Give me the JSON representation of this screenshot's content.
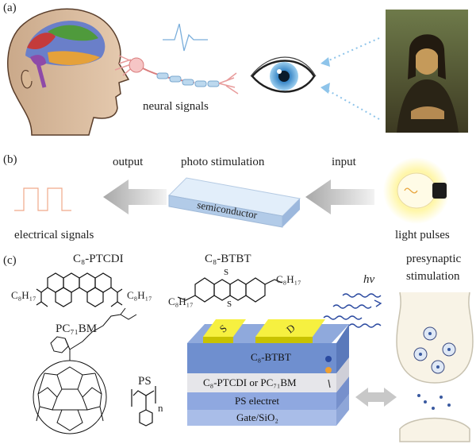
{
  "panel_a": {
    "label": "(a)",
    "neural_signals": "neural signals"
  },
  "panel_b": {
    "label": "(b)",
    "output": "output",
    "photo_stimulation": "photo stimulation",
    "input": "input",
    "semiconductor": "semiconductor",
    "electrical_signals": "electrical signals",
    "light_pulses": "light pulses"
  },
  "panel_c": {
    "label": "(c)",
    "ptcdi_name": "C₈-PTCDI",
    "btbt_name": "C₈-BTBT",
    "pcbm_name": "PC₇₁BM",
    "ps_name": "PS",
    "c8h17_left": "C₈H₁₇",
    "c8h17_right": "C₈H₁₇",
    "c8h17_btbt_left": "C₈H₁₇",
    "c8h17_btbt_right": "C₈H₁₇",
    "hv": "hν",
    "presynaptic": "presynaptic",
    "stimulation": "stimulation",
    "layer_btbt": "C₈-BTBT",
    "layer_mid": "C₈-PTCDI or PC₇₁BM",
    "layer_ps": "PS electret",
    "layer_gate": "Gate/SiO₂",
    "electrode_s": "S",
    "electrode_d": "D",
    "n_sub": "n"
  },
  "colors": {
    "electrode": "#e6e000",
    "btbt_layer": "#6f8fcf",
    "mid_layer": "#e6e6ea",
    "ps_layer": "#8fa8e0",
    "gate_layer": "#a9bde8",
    "semiconductor": "#c6dcf2",
    "arrow_gray": "#bdbdbd"
  }
}
